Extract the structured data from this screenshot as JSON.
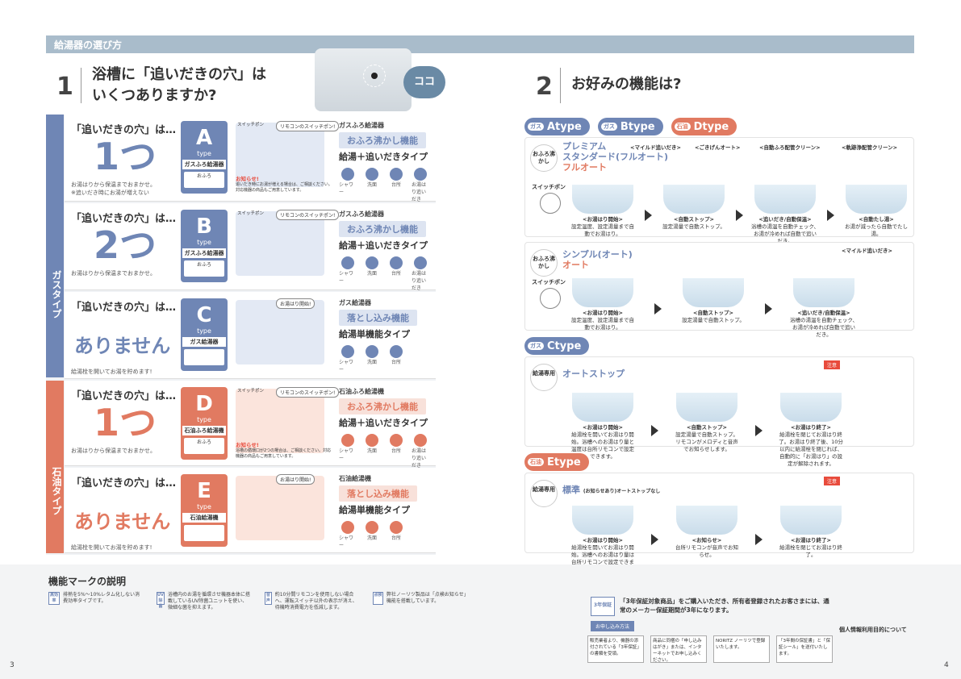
{
  "header": {
    "title": "給湯器の選び方"
  },
  "q1": {
    "num": "1",
    "text1": "浴槽に「追いだきの穴」は",
    "text2": "いくつありますか?",
    "koko": "ココ"
  },
  "q2": {
    "num": "2",
    "text": "お好みの機能は?"
  },
  "side": {
    "gas": "ガスタイプ",
    "oil": "石油タイプ"
  },
  "rows": [
    {
      "ask": "「追いだきの穴」は…",
      "answer": "1つ",
      "note1": "お湯はりから保温までおまかせ。",
      "note2": "※追いだき時にお湯が増えない",
      "type": "A",
      "type_sub": "type",
      "type_label": "ガスふろ給湯器",
      "panel": "おふろ",
      "cat": "ガスふろ給湯器",
      "func": "おふろ沸かし機能",
      "tag": "給湯＋追いだきタイプ",
      "bubble": "リモコンのスイッチポン!",
      "bubble2": "スイッチポン",
      "notice": "お知らせ!",
      "notice_sub": "追いだき時にお湯が増える場合は、ご相談ください。対応機器の商品もご用意しています。"
    },
    {
      "ask": "「追いだきの穴」は…",
      "answer": "2つ",
      "note1": "お湯はりから保温までおまかせ。",
      "note2": "",
      "type": "B",
      "type_sub": "type",
      "type_label": "ガスふろ給湯器",
      "panel": "おふろ",
      "cat": "ガスふろ給湯器",
      "func": "おふろ沸かし機能",
      "tag": "給湯＋追いだきタイプ",
      "bubble": "リモコンのスイッチポン!",
      "bubble2": "スイッチポン",
      "notice": "",
      "notice_sub": ""
    },
    {
      "ask": "「追いだきの穴」は…",
      "answer": "ありません",
      "note1": "給湯栓を開いてお湯を貯めます!",
      "note2": "",
      "type": "C",
      "type_sub": "type",
      "type_label": "ガス給湯器",
      "panel": "",
      "cat": "ガス給湯器",
      "func": "落とし込み機能",
      "tag": "給湯単機能タイプ",
      "bubble": "お湯はり開始!",
      "bubble2": "",
      "notice": "",
      "notice_sub": ""
    },
    {
      "ask": "「追いだきの穴」は…",
      "answer": "1つ",
      "note1": "お湯はりから保温までおまかせ。",
      "note2": "",
      "type": "D",
      "type_sub": "type",
      "type_label": "石油ふろ給湯機",
      "panel": "おふろ",
      "cat": "石油ふろ給湯機",
      "func": "おふろ沸かし機能",
      "tag": "給湯＋追いだきタイプ",
      "bubble": "リモコンのスイッチポン!",
      "bubble2": "スイッチポン",
      "notice": "お知らせ!",
      "notice_sub": "浴槽の循環口が2つの場合は、ご相談ください。対応機器の商品もご用意しています。"
    },
    {
      "ask": "「追いだきの穴」は…",
      "answer": "ありません",
      "note1": "給湯栓を開いてお湯を貯めます!",
      "note2": "",
      "type": "E",
      "type_sub": "type",
      "type_label": "石油給湯機",
      "panel": "",
      "cat": "石油給湯機",
      "func": "落とし込み機能",
      "tag": "給湯単機能タイプ",
      "bubble": "お湯はり開始!",
      "bubble2": "",
      "notice": "",
      "notice_sub": ""
    }
  ],
  "icon_labels": {
    "shower": "シャワー",
    "wash": "洗面",
    "kitchen": "台所",
    "reheat": "お湯はり追いだき"
  },
  "right": {
    "types_top": [
      {
        "pre": "ガス",
        "name": "Atype"
      },
      {
        "pre": "ガス",
        "name": "Btype"
      },
      {
        "pre": "石油",
        "name": "Dtype"
      }
    ],
    "card1": {
      "label": "おふろ沸かし",
      "name1": "プレミアム",
      "name2": "スタンダード(フルオート)",
      "name3": "フルオート",
      "switch": "スイッチポン",
      "steps": [
        {
          "title": "<お湯はり開始>",
          "desc": "設定温度、設定湯量まで自動でお湯はり。"
        },
        {
          "title": "<自動ストップ>",
          "desc": "設定湯量で自動ストップ。"
        },
        {
          "title": "<追いだき/自動保温>",
          "desc": "浴槽の湯温を自動チェック、お湯が冷めれば自動で追いだき。"
        },
        {
          "title": "<自動たし湯>",
          "desc": "お湯が減ったら自動でたし湯。"
        }
      ],
      "notes": [
        "<マイルド追いだき>",
        "<ごきげんオート>",
        "<自動ふろ配管クリーン>",
        "<軌跡浄配管クリーン>"
      ]
    },
    "card2": {
      "label": "おふろ沸かし",
      "name1": "シンプル(オート)",
      "name2": "オート",
      "switch": "スイッチポン",
      "steps": [
        {
          "title": "<お湯はり開始>",
          "desc": "設定温度、設定湯量まで自動でお湯はり。"
        },
        {
          "title": "<自動ストップ>",
          "desc": "設定湯量で自動ストップ。"
        },
        {
          "title": "<追いだき/自動保温>",
          "desc": "浴槽の湯温を自動チェック、お湯が冷めれば自動で追いだき。"
        }
      ],
      "notes": [
        "<マイルド追いだき>"
      ]
    },
    "typeC": {
      "pre": "ガス",
      "name": "Ctype"
    },
    "card3": {
      "label": "給湯専用",
      "name": "オートストップ",
      "caution": "注意",
      "steps": [
        {
          "title": "<お湯はり開始>",
          "desc": "給湯栓を開いてお湯はり開始。浴槽へのお湯はり量と温度は台所リモコンで設定できます。"
        },
        {
          "title": "<自動ストップ>",
          "desc": "設定湯量で自動ストップ。リモコンがメロディと音声でお知らせします。"
        },
        {
          "title": "<お湯はり終了>",
          "desc": "給湯栓を閉じてお湯はり終了。お湯はり終了後、10分以内に給湯栓を閉じれば、自動的に「お湯はり」の設定が解除されます。"
        }
      ]
    },
    "typeE": {
      "pre": "石油",
      "name": "Etype"
    },
    "card4": {
      "label": "給湯専用",
      "name": "標準",
      "name_sub": "(お知らせあり)オートストップなし",
      "caution": "注意",
      "steps": [
        {
          "title": "<お湯はり開始>",
          "desc": "給湯栓を開いてお湯はり開始。浴槽へのお湯はり量は台所リモコンで設定できます。"
        },
        {
          "title": "<お知らせ>",
          "desc": "台所リモコンが音声でお知らせ。"
        },
        {
          "title": "<お湯はり終了>",
          "desc": "給湯栓を閉じてお湯はり終了。"
        }
      ]
    }
  },
  "bottom": {
    "title": "機能マークの説明",
    "marks": [
      {
        "m": "高効率",
        "t": "排熱を5%〜10%レタム化しない消費効率タイプです。"
      },
      {
        "m": "UV除菌",
        "t": "浴槽内のお湯を循環させ機器本体に搭載しているUV除菌ユニットを使い、微細な菌を抑えます。"
      },
      {
        "m": "音声",
        "t": "約10分間リモコンを使用しない場合へ、運転スイッチ以外の表示が消え、待機時消費電力を低減します。"
      },
      {
        "m": "点検",
        "t": "弊社ノーリツ製品は「点検お知らせ」機能を搭載しています。"
      }
    ],
    "guarantee": {
      "badge": "3年保証",
      "title": "「3年保証対象商品」をご購入いただき、所有者登録されたお客さまには、通常のメーカー保証期間が3年になります。",
      "howto": "お申し込み方法",
      "steps": [
        "販売業者より、機器の添付されている「3年保証」の書類を受領。",
        "商品に同梱の「申し込みはがき」または、インターネットでお申し込みください。",
        "NORITZ ノーリツで登録いたします。",
        "「3年間の保証書」と「保証シール」を送付いたします。"
      ],
      "privacy": "個人情報利用目的について"
    },
    "page_left": "3",
    "page_right": "4"
  }
}
